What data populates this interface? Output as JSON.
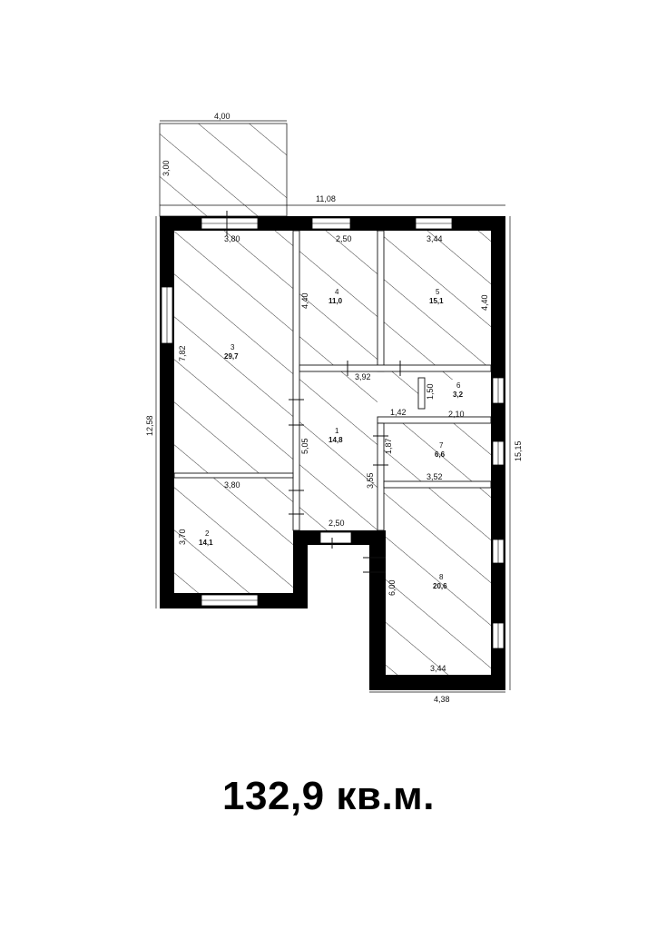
{
  "rooms": [
    {
      "id": "1",
      "number": "1",
      "area": "14,8"
    },
    {
      "id": "2",
      "number": "2",
      "area": "14,1"
    },
    {
      "id": "3",
      "number": "3",
      "area": "29,7"
    },
    {
      "id": "4",
      "number": "4",
      "area": "11,0"
    },
    {
      "id": "5",
      "number": "5",
      "area": "15,1"
    },
    {
      "id": "6",
      "number": "6",
      "area": "3,2"
    },
    {
      "id": "7",
      "number": "7",
      "area": "6,6"
    },
    {
      "id": "8",
      "number": "8",
      "area": "20,6"
    }
  ],
  "dimensions": {
    "terrace_width": "4,00",
    "terrace_depth": "3,00",
    "overall_width": "11,08",
    "overall_left_height": "12,58",
    "overall_right_height": "15,15",
    "bottom_width": "4,38",
    "room3_width": "3,80",
    "room4_width": "2,50",
    "room5_width": "3,44",
    "room4_depth": "4,40",
    "room5_depth": "4,40",
    "room3_depth": "7,82",
    "hall_width": "3,92",
    "hall_depth": "5,05",
    "room6_depth": "1,50",
    "room6_left": "1,42",
    "room6_width": "2,10",
    "room7_depth": "1,87",
    "corridor_depth": "3,55",
    "room2_width": "3,80",
    "room2_depth": "3,70",
    "entrance_width": "2,50",
    "room8_width": "3,52",
    "room8_depth": "6,00",
    "room8_bottom": "3,44"
  },
  "total_area": "132,9 кв.м."
}
